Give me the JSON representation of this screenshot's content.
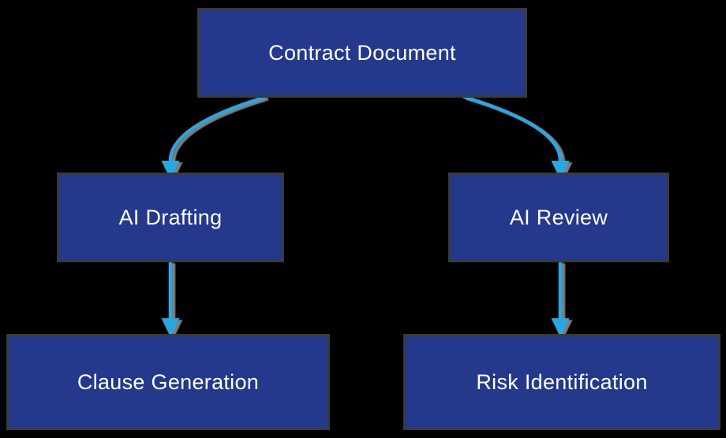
{
  "diagram": {
    "type": "flowchart",
    "background": "#000000",
    "colors": {
      "node-fill": "#24398B",
      "node-border": "#3A3A3E",
      "node-text": "#FFFFFF",
      "arrow": "#29A7E1",
      "arrow-shadow": "#7E7E7E",
      "bg": "#000000"
    },
    "nodes": [
      {
        "id": "contract-document",
        "label": "Contract Document"
      },
      {
        "id": "ai-drafting",
        "label": "AI Drafting"
      },
      {
        "id": "ai-review",
        "label": "AI Review"
      },
      {
        "id": "clause-generation",
        "label": "Clause Generation"
      },
      {
        "id": "risk-identification",
        "label": "Risk Identification"
      }
    ],
    "edges": [
      {
        "from": "contract-document",
        "to": "ai-drafting",
        "style": "curved"
      },
      {
        "from": "contract-document",
        "to": "ai-review",
        "style": "curved"
      },
      {
        "from": "ai-drafting",
        "to": "clause-generation",
        "style": "straight"
      },
      {
        "from": "ai-review",
        "to": "risk-identification",
        "style": "straight"
      }
    ]
  }
}
